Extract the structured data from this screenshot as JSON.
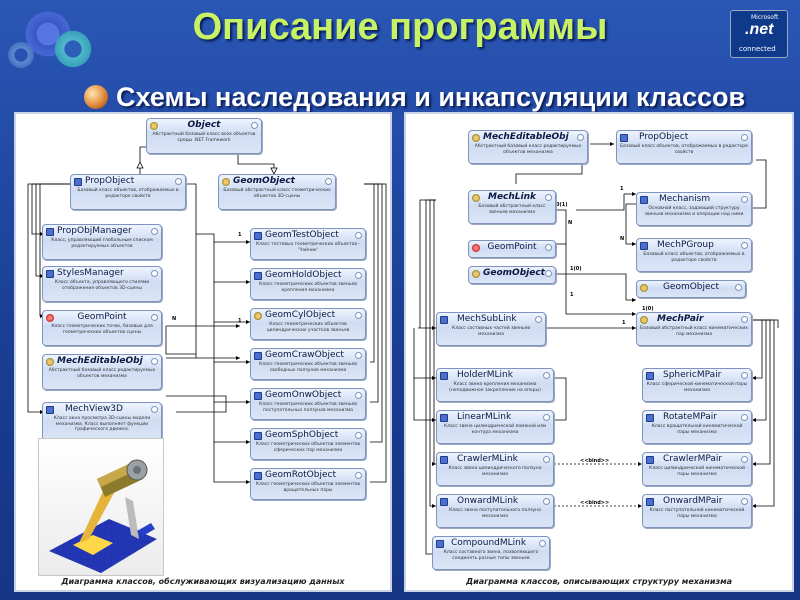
{
  "header": {
    "title": "Описание программы",
    "subtitle": "Схемы наследования и инкапсуляции классов"
  },
  "logo": {
    "top": "Microsoft",
    "main": ".net",
    "bottom": "connected"
  },
  "colors": {
    "background": "#2a56b5",
    "title": "#c8f266",
    "class_box": "#cfdcf2",
    "wire": "#000000"
  },
  "left_panel": {
    "caption": "Диаграмма классов, обслуживающих визуализацию данных",
    "classes": {
      "object": {
        "name": "Object",
        "desc": "Абстрактный базовый класс всех объектов среды .NET Framework"
      },
      "propobject": {
        "name": "PropObject",
        "desc": "Базовый класс объектов, отображаемых в редакторе свойств"
      },
      "geomobject": {
        "name": "GeomObject",
        "desc": "Базовый абстрактный класс геометрических объектов 3D-сцены"
      },
      "propobjmanager": {
        "name": "PropObjManager",
        "desc": "Класс, управляющий глобальным списком редактируемых объектов"
      },
      "stylesmanager": {
        "name": "StylesManager",
        "desc": "Класс объекта, управляющего стилями отображения объектов 3D-сцены"
      },
      "geompoint": {
        "name": "GeomPoint",
        "desc": "Класс геометрических точек, базовых для геометрических объектов сцены"
      },
      "mecheditableobj": {
        "name": "MechEditableObj",
        "desc": "Абстрактный базовый класс редактируемых объектов механизма"
      },
      "mechview3d": {
        "name": "MechView3D",
        "desc": "Класс окна просмотра 3D-сцены модели механизма. Класс выполняет функции графического движка."
      },
      "geomtestobject": {
        "name": "GeomTestObject",
        "desc": "Класс тестовых геометрических объектов - 'Чайник'"
      },
      "geomholdobject": {
        "name": "GeomHoldObject",
        "desc": "Класс геометрических объектов звеньев крепления механизма"
      },
      "geomcylobject": {
        "name": "GeomCylObject",
        "desc": "Класс геометрических объектов цилиндрических участков звеньев"
      },
      "geomcrawobject": {
        "name": "GeomCrawObject",
        "desc": "Класс геометрических объектов звеньев свободных ползунов механизма"
      },
      "geomonwobject": {
        "name": "GeomOnwObject",
        "desc": "Класс геометрических объектов звеньев поступательных ползунов механизма"
      },
      "geomsphobject": {
        "name": "GeomSphObject",
        "desc": "Класс геометрических объектов элементов сферических пар механизма"
      },
      "geomrotobject": {
        "name": "GeomRotObject",
        "desc": "Класс геометрических объектов элементов вращательных пары"
      }
    },
    "marks": {
      "n": "N",
      "one": "1"
    }
  },
  "right_panel": {
    "caption": "Диаграмма классов, описывающих структуру механизма",
    "classes": {
      "mecheditableobj": {
        "name": "MechEditableObj",
        "desc": "Абстрактный базовый класс редактируемых объектов механизма"
      },
      "propobject": {
        "name": "PropObject",
        "desc": "Базовый класс объектов, отображаемых в редакторе свойств"
      },
      "mechlink": {
        "name": "MechLink",
        "desc": "Базовый абстрактный класс звеньев механизма"
      },
      "mechanism": {
        "name": "Mechanism",
        "desc": "Основной класс, задающий структуру звеньев механизма и операции над ними"
      },
      "geompoint": {
        "name": "GeomPoint",
        "desc": ""
      },
      "mechpgroup": {
        "name": "MechPGroup",
        "desc": "Базовый класс объектов, отображаемых в редакторе свойств"
      },
      "geomobject": {
        "name": "GeomObject",
        "desc": ""
      },
      "geomobject2": {
        "name": "GeomObject",
        "desc": ""
      },
      "mechsublink": {
        "name": "MechSubLink",
        "desc": "Класс составных частей звеньев механизма"
      },
      "mechpair": {
        "name": "MechPair",
        "desc": "Базовый абстрактный класс кинематических пар механизма"
      },
      "holdermlink": {
        "name": "HolderMLink",
        "desc": "Класс звена крепления механизма (неподвижное закрепление на опоры)"
      },
      "sphericmpair": {
        "name": "SphericMPair",
        "desc": "Класс сферической кинематической пары механизма"
      },
      "linearmlink": {
        "name": "LinearMLink",
        "desc": "Класс звена цилиндрической ломаной или контура механизма"
      },
      "rotatempair": {
        "name": "RotateMPair",
        "desc": "Класс вращательной кинематической пары механизма"
      },
      "crawlermlink": {
        "name": "CrawlerMLink",
        "desc": "Класс звена цилиндрического ползуна механизма"
      },
      "crawlermpair": {
        "name": "CrawlerMPair",
        "desc": "Класс цилиндрической кинематической пары механизма"
      },
      "onwardmlink": {
        "name": "OnwardMLink",
        "desc": "Класс звена поступательного ползуна механизма"
      },
      "onwardmpair": {
        "name": "OnwardMPair",
        "desc": "Класс поступательной кинематической пары механизма"
      },
      "compoundmlink": {
        "name": "CompoundMLink",
        "desc": "Класс составного звена, позволяющего соединять разные типы звеньев"
      }
    },
    "marks": {
      "zero_one": "0(1)",
      "n": "N",
      "one": "1",
      "one_zero": "1(0)",
      "bind": "<<bind>>"
    }
  }
}
